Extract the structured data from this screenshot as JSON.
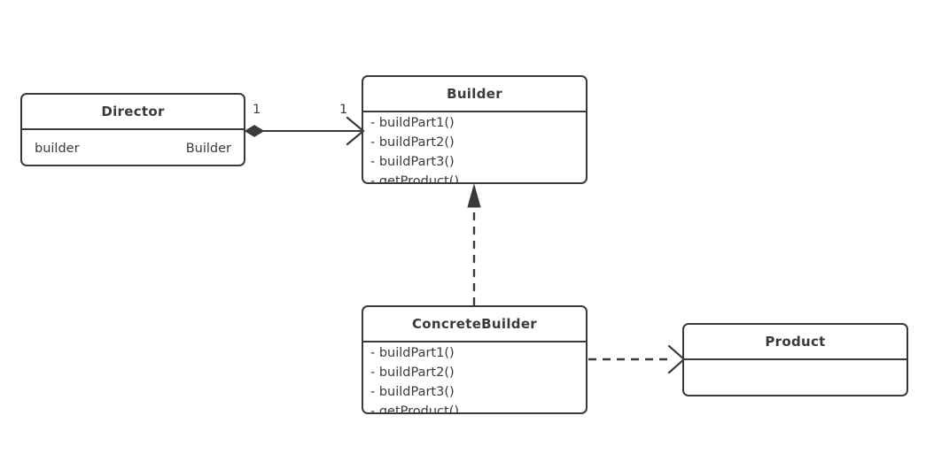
{
  "diagram": {
    "type": "uml-class-diagram",
    "pattern": "Builder",
    "background_color": "#ffffff",
    "stroke_color": "#3a3a3a",
    "text_color": "#3a3a3a"
  },
  "classes": [
    {
      "id": "director",
      "name": "Director",
      "attributes": [
        {
          "name": "builder",
          "type": "Builder"
        }
      ],
      "methods": []
    },
    {
      "id": "builder",
      "name": "Builder",
      "attributes": [],
      "methods": [
        "- buildPart1()",
        "- buildPart2()",
        "- buildPart3()",
        "- getProduct()"
      ]
    },
    {
      "id": "concretebuilder",
      "name": "ConcreteBuilder",
      "attributes": [],
      "methods": [
        "- buildPart1()",
        "- buildPart2()",
        "- buildPart3()",
        "- getProduct()"
      ]
    },
    {
      "id": "product",
      "name": "Product",
      "attributes": [],
      "methods": []
    }
  ],
  "relationships": [
    {
      "id": "director-builder",
      "from": "director",
      "to": "builder",
      "kind": "composition",
      "line_style": "solid",
      "source_decoration": "filled-diamond",
      "target_decoration": "open-arrow",
      "source_multiplicity": "1",
      "target_multiplicity": "1"
    },
    {
      "id": "concretebuilder-builder",
      "from": "concretebuilder",
      "to": "builder",
      "kind": "realization",
      "line_style": "dashed",
      "source_decoration": "none",
      "target_decoration": "filled-triangle"
    },
    {
      "id": "concretebuilder-product",
      "from": "concretebuilder",
      "to": "product",
      "kind": "dependency",
      "line_style": "dashed",
      "source_decoration": "none",
      "target_decoration": "open-arrow"
    }
  ]
}
